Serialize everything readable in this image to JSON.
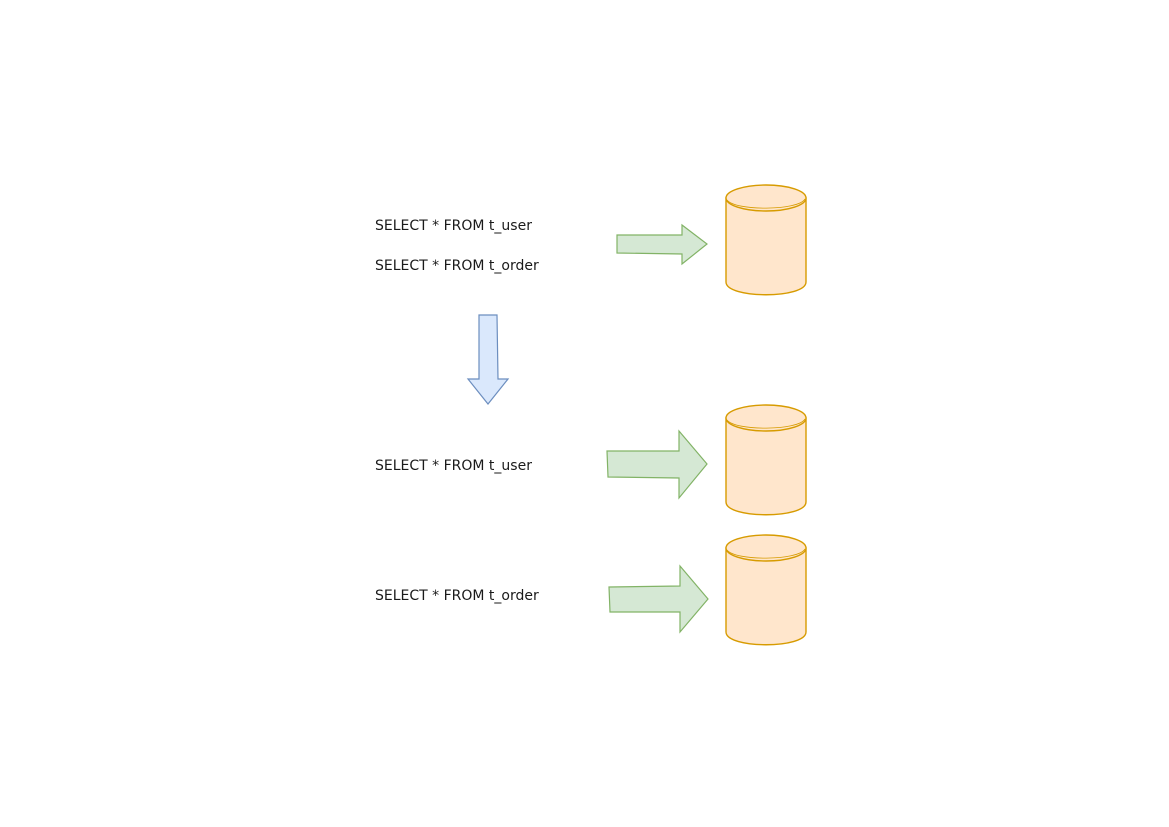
{
  "queries": {
    "before": {
      "line1": "SELECT * FROM t_user",
      "line2": "SELECT * FROM t_order"
    },
    "after": {
      "query_user": "SELECT * FROM t_user",
      "query_order": "SELECT * FROM t_order"
    }
  },
  "colors": {
    "database_fill": "#ffe6cc",
    "database_stroke": "#d79b00",
    "route_arrow_fill": "#d5e8d4",
    "route_arrow_stroke": "#82b366",
    "transform_arrow_fill": "#dae8fc",
    "transform_arrow_stroke": "#6c8ebf"
  },
  "icons": {
    "database": "database-cylinder-icon",
    "route_arrow": "arrow-right-icon",
    "transform_arrow": "arrow-down-icon"
  }
}
